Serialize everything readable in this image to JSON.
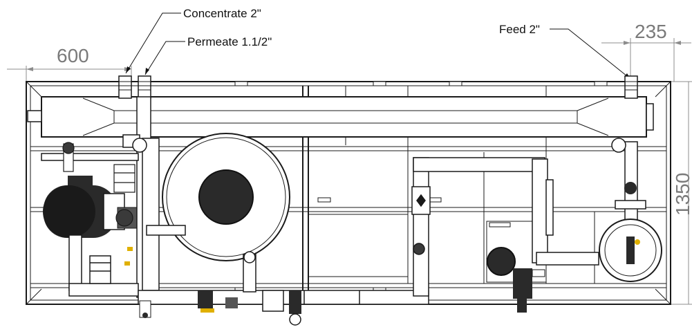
{
  "callouts": {
    "concentrate": "Concentrate 2\"",
    "permeate": "Permeate 1.1/2\"",
    "feed": "Feed 2\""
  },
  "dimensions": {
    "left_offset": "600",
    "right_offset": "235",
    "height": "1350"
  },
  "colors": {
    "line": "#1a1a1a",
    "dimension": "#8c8c8c",
    "component_dark": "#2a2a2a",
    "valve_accent": "#e0b000"
  }
}
